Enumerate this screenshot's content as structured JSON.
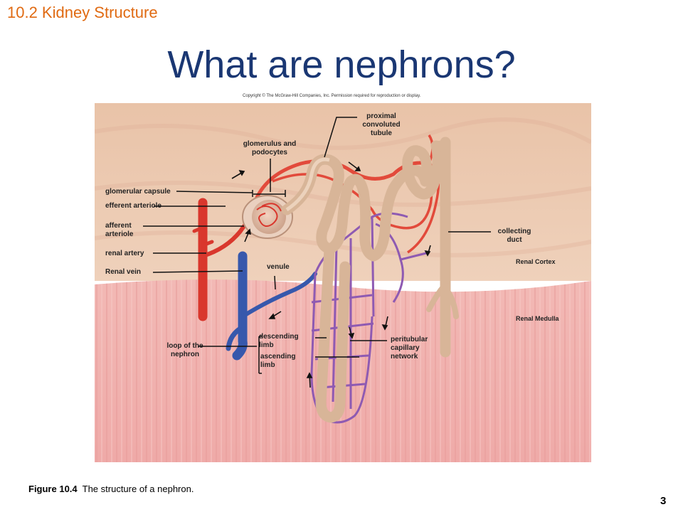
{
  "header": {
    "section": "10.2 Kidney Structure",
    "title": "What are nephrons?",
    "copyright": "Copyright © The McGraw-Hill Companies, Inc. Permission required for reproduction or display."
  },
  "labels": {
    "proximal_tubule": "proximal convoluted tubule",
    "glomerulus": "glomerulus and podocytes",
    "glomerular_capsule": "glomerular capsule",
    "efferent_arteriole": "efferent arteriole",
    "afferent_arteriole": "afferent arteriole",
    "renal_artery": "renal artery",
    "renal_vein": "Renal vein",
    "venule": "venule",
    "collecting_duct": "collecting duct",
    "renal_cortex": "Renal Cortex",
    "renal_medulla": "Renal Medulla",
    "loop": "loop of the nephron",
    "descending": "descending limb",
    "ascending": "ascending limb",
    "peritubular": "peritubular capillary network"
  },
  "caption": {
    "figure": "Figure 10.4",
    "text": "The structure of a nephron."
  },
  "page_number": "3"
}
